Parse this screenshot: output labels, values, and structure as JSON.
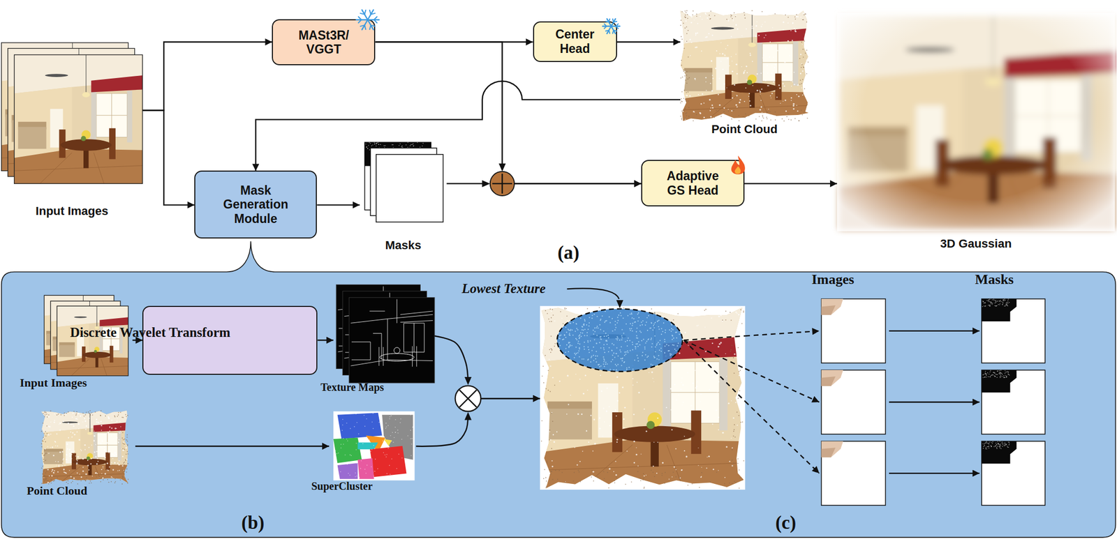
{
  "diagram": {
    "nodes": [
      {
        "text": [
          "Input Images"
        ]
      },
      {
        "text": [
          "MASt3R/ VGGT"
        ]
      },
      {
        "text": [
          "Center Head"
        ]
      },
      {
        "text": [
          "Point Cloud"
        ]
      },
      {
        "text": [
          "Mask Generation Module"
        ]
      },
      {
        "text": [
          "Masks"
        ]
      },
      {
        "text": [
          "Adaptive GS Head"
        ]
      },
      {
        "text": [
          "3D Gaussian"
        ]
      },
      {
        "text": [
          "(b)",
          "(c)"
        ]
      },
      {
        "text": [
          "Input Images"
        ],
        "in": 8
      },
      {
        "text": [
          "Discrete Wavelet Transform"
        ],
        "in": 8
      },
      {
        "text": [
          "Texture Maps"
        ],
        "in": 8
      },
      {
        "text": [
          "Point Cloud"
        ],
        "in": 8
      },
      {
        "text": [
          "SuperCluster"
        ],
        "in": 8
      },
      {
        "text": [
          "Lowest Texture"
        ],
        "in": 8
      },
      {
        "text": [
          "Images"
        ],
        "in": 8
      },
      {
        "text": [
          "Masks"
        ],
        "in": 8
      }
    ],
    "edges": [
      {
        "from": 0,
        "to": 1,
        "arrow": "to"
      },
      {
        "from": 0,
        "to": 4,
        "arrow": "to"
      },
      {
        "from": 1,
        "to": 2,
        "arrow": "to"
      },
      {
        "from": 2,
        "to": 3,
        "arrow": "to"
      },
      {
        "from": 3,
        "to": 4,
        "arrow": "to"
      },
      {
        "from": 1,
        "to": 6,
        "arrow": "to"
      },
      {
        "from": 4,
        "to": 5,
        "arrow": "to"
      },
      {
        "from": 5,
        "to": 6,
        "arrow": "to"
      },
      {
        "from": 6,
        "to": 7,
        "arrow": "to"
      },
      {
        "from": 9,
        "to": 10,
        "arrow": "to"
      },
      {
        "from": 10,
        "to": 11,
        "arrow": "to"
      },
      {
        "from": 11,
        "to": 14,
        "arrow": "to"
      },
      {
        "from": 12,
        "to": 13,
        "arrow": "to"
      },
      {
        "from": 13,
        "to": 14,
        "arrow": "to"
      },
      {
        "from": 14,
        "to": 15,
        "arrow": "to"
      },
      {
        "from": 14,
        "to": 15,
        "arrow": "to"
      },
      {
        "from": 14,
        "to": 15,
        "arrow": "to"
      },
      {
        "from": 15,
        "to": 16,
        "arrow": "to"
      },
      {
        "from": 15,
        "to": 16,
        "arrow": "to"
      },
      {
        "from": 15,
        "to": 16,
        "arrow": "to"
      }
    ],
    "labels": [
      "(a)"
    ]
  }
}
